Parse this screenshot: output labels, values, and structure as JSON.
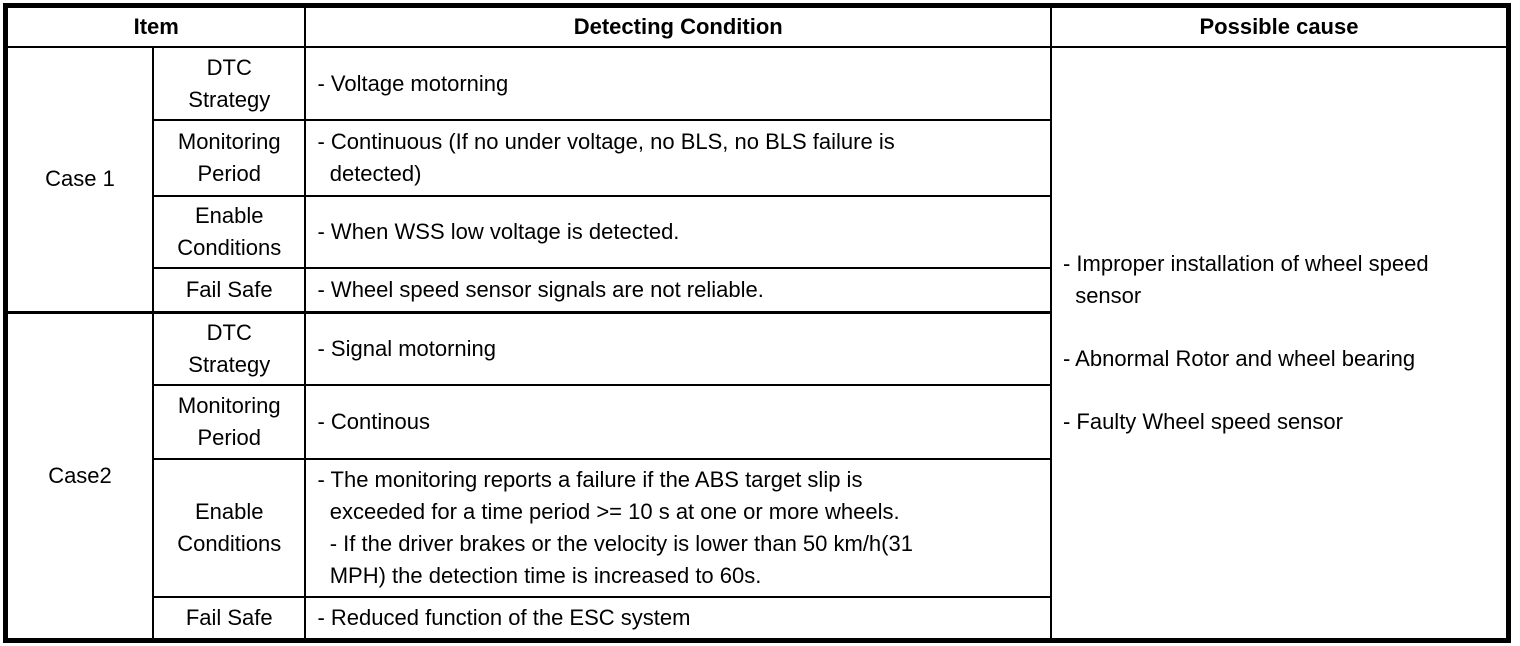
{
  "table": {
    "headers": {
      "item": "Item",
      "detecting": "Detecting Condition",
      "cause": "Possible cause"
    },
    "case1": {
      "name": "Case 1",
      "rows": [
        {
          "label": "DTC\nStrategy",
          "condition": "- Voltage motorning"
        },
        {
          "label": "Monitoring\nPeriod",
          "condition": "- Continuous (If no under voltage, no BLS, no BLS failure is\n  detected)"
        },
        {
          "label": "Enable\nConditions",
          "condition": "- When WSS low voltage is detected."
        },
        {
          "label": "Fail Safe",
          "condition": "- Wheel speed sensor signals are not reliable."
        }
      ]
    },
    "case2": {
      "name": "Case2",
      "rows": [
        {
          "label": "DTC\nStrategy",
          "condition": "- Signal motorning"
        },
        {
          "label": "Monitoring\nPeriod",
          "condition": "- Continous"
        },
        {
          "label": "Enable\nConditions",
          "condition": "- The monitoring reports a failure if the ABS target slip is\n  exceeded for a time period >= 10 s at one or more wheels.\n  - If the driver brakes or the velocity is lower than 50 km/h(31\n  MPH) the detection time is increased to 60s."
        },
        {
          "label": "Fail Safe",
          "condition": "- Reduced function of the ESC system"
        }
      ]
    },
    "possible_causes": [
      "- Improper installation of wheel speed\n  sensor",
      "- Abnormal Rotor and wheel bearing",
      "- Faulty Wheel speed sensor"
    ],
    "colors": {
      "border": "#000000",
      "text": "#000000",
      "background": "#ffffff"
    }
  }
}
